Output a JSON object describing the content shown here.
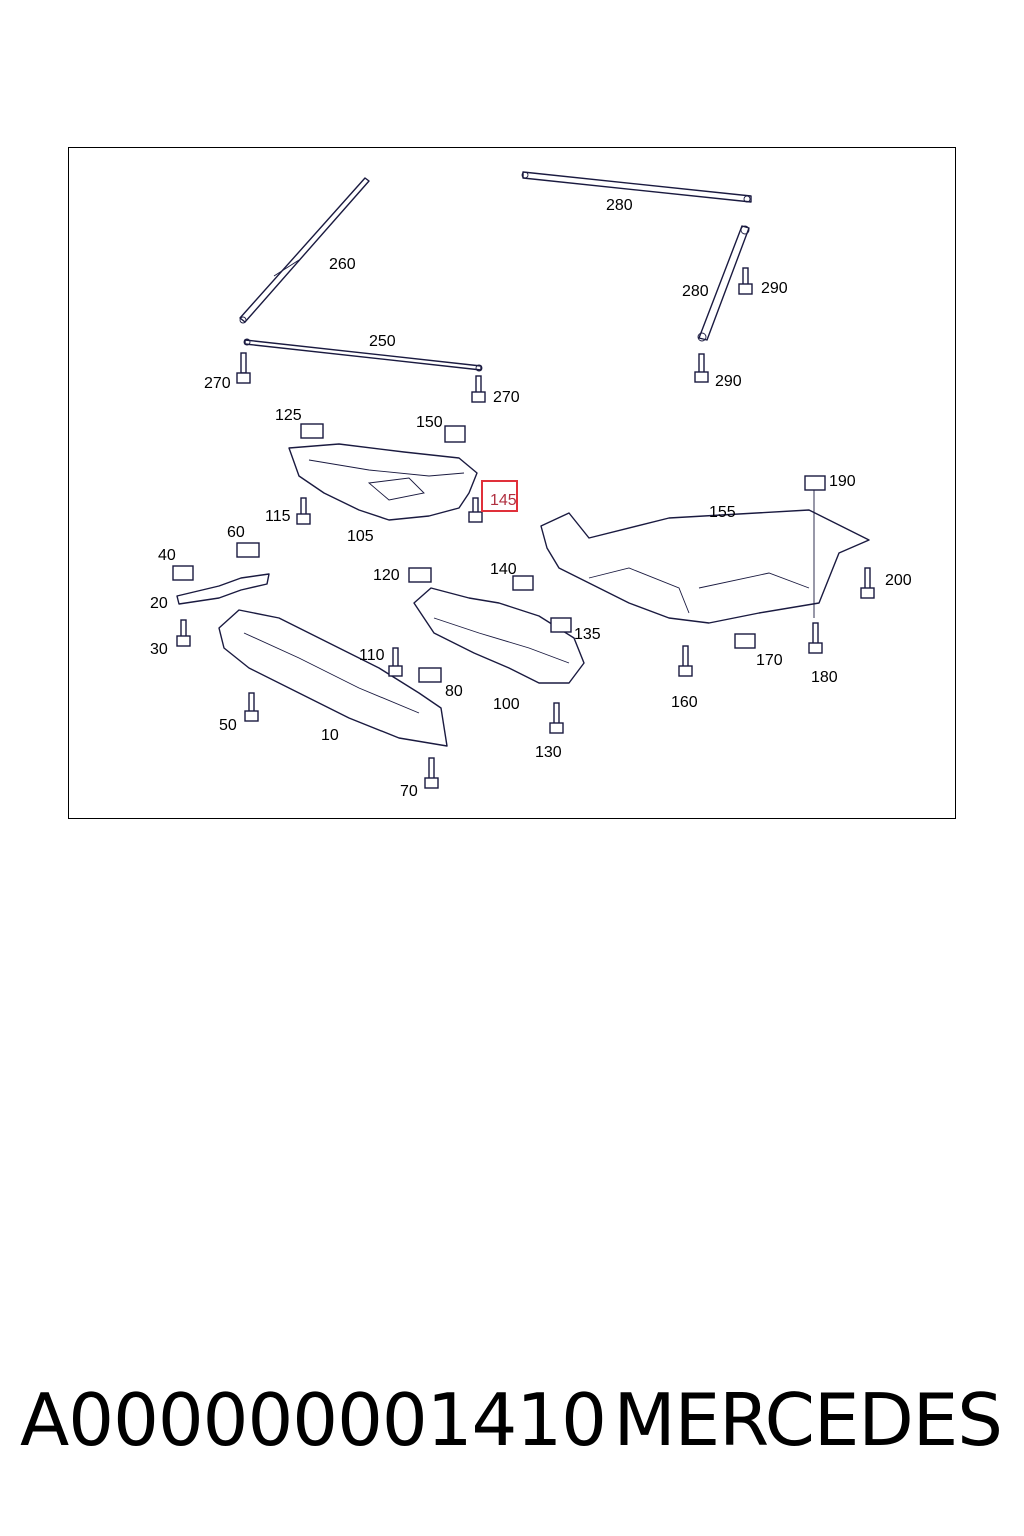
{
  "diagram": {
    "callouts": [
      {
        "id": "10",
        "label": "10"
      },
      {
        "id": "20",
        "label": "20"
      },
      {
        "id": "30",
        "label": "30"
      },
      {
        "id": "40",
        "label": "40"
      },
      {
        "id": "50",
        "label": "50"
      },
      {
        "id": "60",
        "label": "60"
      },
      {
        "id": "70",
        "label": "70"
      },
      {
        "id": "80",
        "label": "80"
      },
      {
        "id": "100",
        "label": "100"
      },
      {
        "id": "105",
        "label": "105"
      },
      {
        "id": "110",
        "label": "110"
      },
      {
        "id": "115",
        "label": "115"
      },
      {
        "id": "120",
        "label": "120"
      },
      {
        "id": "125",
        "label": "125"
      },
      {
        "id": "130",
        "label": "130"
      },
      {
        "id": "135",
        "label": "135"
      },
      {
        "id": "140",
        "label": "140"
      },
      {
        "id": "145",
        "label": "145"
      },
      {
        "id": "150",
        "label": "150"
      },
      {
        "id": "155",
        "label": "155"
      },
      {
        "id": "160",
        "label": "160"
      },
      {
        "id": "170",
        "label": "170"
      },
      {
        "id": "180",
        "label": "180"
      },
      {
        "id": "190",
        "label": "190"
      },
      {
        "id": "200",
        "label": "200"
      },
      {
        "id": "250",
        "label": "250"
      },
      {
        "id": "260",
        "label": "260"
      },
      {
        "id": "270a",
        "label": "270"
      },
      {
        "id": "270b",
        "label": "270"
      },
      {
        "id": "280a",
        "label": "280"
      },
      {
        "id": "280b",
        "label": "280"
      },
      {
        "id": "290a",
        "label": "290"
      },
      {
        "id": "290b",
        "label": "290"
      }
    ],
    "highlighted_callout": "145",
    "highlight_color": "#e0303a"
  },
  "footer": {
    "part_number": "A000000001410",
    "brand": "MERCEDES"
  }
}
